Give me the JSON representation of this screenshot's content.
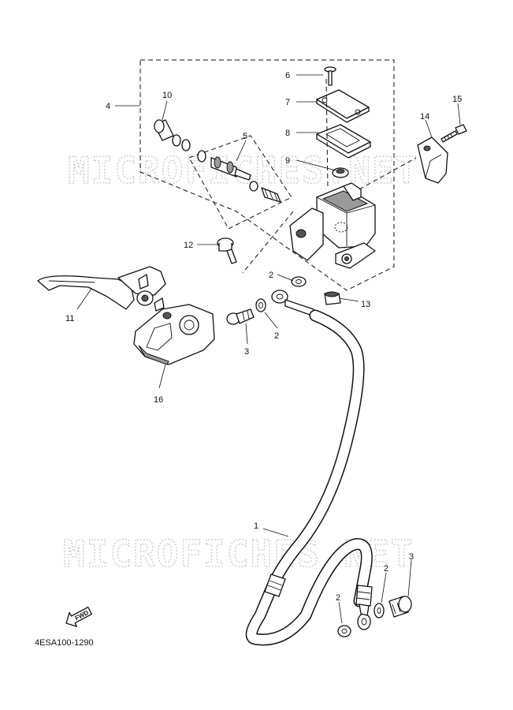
{
  "watermark": "MICROFICHES.NET",
  "diagram_code": "4ESA100-1290",
  "fwd_label": "FWD",
  "callouts": {
    "c1": "1",
    "c2a": "2",
    "c2b": "2",
    "c2c": "2",
    "c2d": "2",
    "c3a": "3",
    "c3b": "3",
    "c4": "4",
    "c5": "5",
    "c6": "6",
    "c7": "7",
    "c8": "8",
    "c9": "9",
    "c10": "10",
    "c11": "11",
    "c12": "12",
    "c13": "13",
    "c14": "14",
    "c15": "15",
    "c16": "16"
  },
  "icons": {
    "fwd": "fwd-arrow-icon"
  }
}
